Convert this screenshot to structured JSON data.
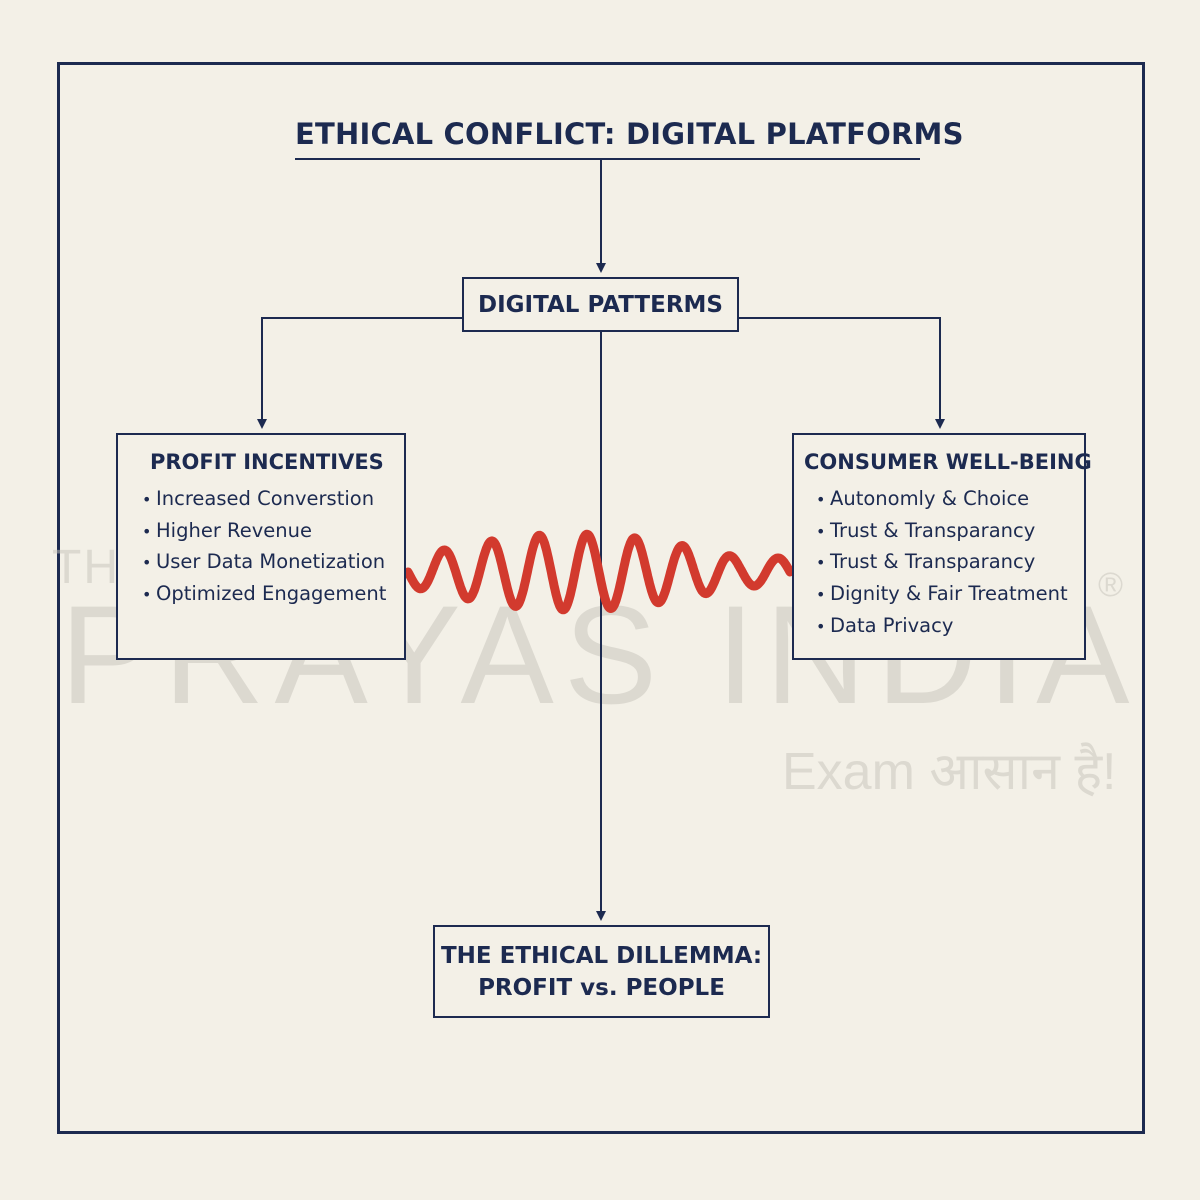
{
  "title": "ETHICAL CONFLICT: DIGITAL PLATFORMS",
  "center_node": "DIGITAL PATTERMS",
  "left_node": {
    "heading": "PROFIT INCENTIVES",
    "items": [
      "Increased Converstion",
      "Higher Revenue",
      "User Data Monetization",
      "Optimized Engagement"
    ]
  },
  "right_node": {
    "heading": "CONSUMER WELL-BEING",
    "items": [
      "Autonomly & Choice",
      "Trust & Transparancy",
      "Trust & Transparancy",
      "Dignity & Fair Treatment",
      "Data Privacy"
    ]
  },
  "bottom_node": {
    "line1": "THE ETHICAL DILLEMMA:",
    "line2": "PROFIT vs. PEOPLE"
  },
  "watermark": {
    "prefix": "THE",
    "brand": "PRAYAS INDIA",
    "tagline": "Exam आसान है!",
    "registered": "®"
  },
  "colors": {
    "ink": "#1c2a50",
    "tension": "#d23a2e",
    "background": "#f3f0e7"
  }
}
